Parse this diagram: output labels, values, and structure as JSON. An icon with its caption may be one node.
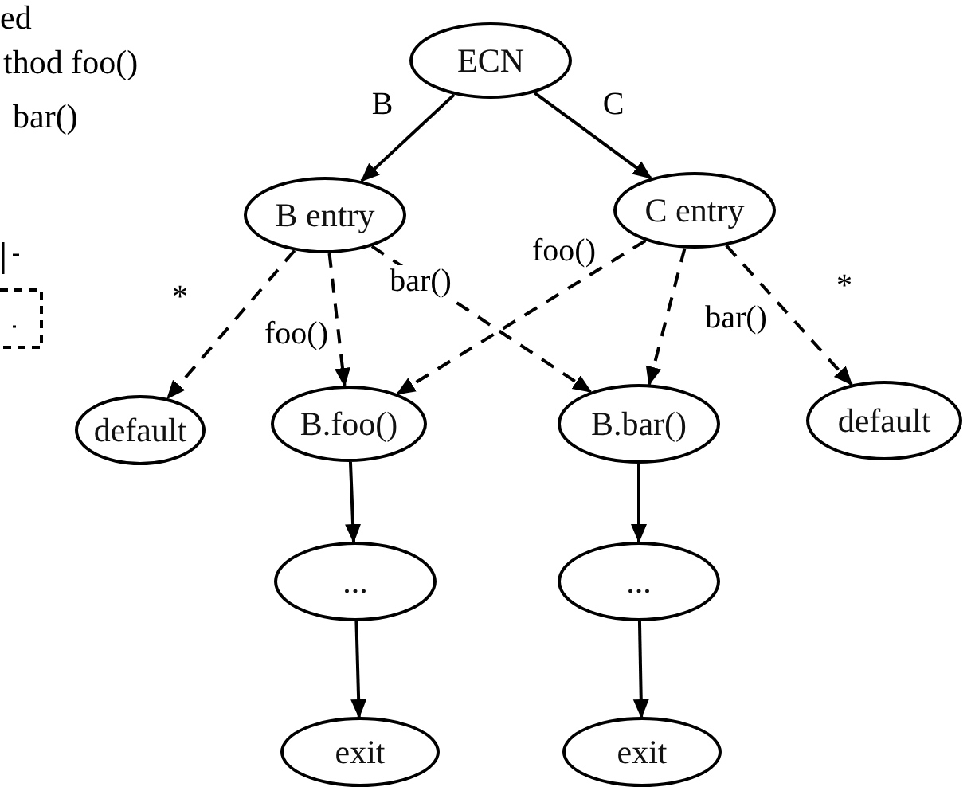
{
  "diagram": {
    "nodes": [
      {
        "text": [
          "ECN"
        ]
      },
      {
        "text": [
          "B entry"
        ]
      },
      {
        "text": [
          "C entry"
        ]
      },
      {
        "text": [
          "default"
        ]
      },
      {
        "text": [
          "B.foo()"
        ]
      },
      {
        "text": [
          "B.bar()"
        ]
      },
      {
        "text": [
          "default"
        ]
      },
      {
        "text": [
          "..."
        ]
      },
      {
        "text": [
          "..."
        ]
      },
      {
        "text": [
          "exit"
        ]
      },
      {
        "text": [
          "exit"
        ]
      }
    ],
    "edges": [
      {
        "from": 0,
        "to": 1,
        "arrow": "to",
        "label": "B"
      },
      {
        "from": 0,
        "to": 2,
        "arrow": "to",
        "label": "C"
      },
      {
        "from": 1,
        "to": 3,
        "arrow": "to",
        "label": "*",
        "style": "dashed"
      },
      {
        "from": 1,
        "to": 4,
        "arrow": "to",
        "label": "foo()",
        "style": "dashed"
      },
      {
        "from": 1,
        "to": 5,
        "arrow": "to",
        "label": "bar()",
        "style": "dashed"
      },
      {
        "from": 2,
        "to": 4,
        "arrow": "to",
        "label": "foo()",
        "style": "dashed"
      },
      {
        "from": 2,
        "to": 5,
        "arrow": "to",
        "label": "bar()",
        "style": "dashed"
      },
      {
        "from": 2,
        "to": 6,
        "arrow": "to",
        "label": "*",
        "style": "dashed"
      },
      {
        "from": 4,
        "to": 7,
        "arrow": "to"
      },
      {
        "from": 7,
        "to": 9,
        "arrow": "to"
      },
      {
        "from": 5,
        "to": 8,
        "arrow": "to"
      },
      {
        "from": 8,
        "to": 10,
        "arrow": "to"
      }
    ],
    "labels": [
      "ed",
      "thod foo()",
      "bar()"
    ]
  }
}
